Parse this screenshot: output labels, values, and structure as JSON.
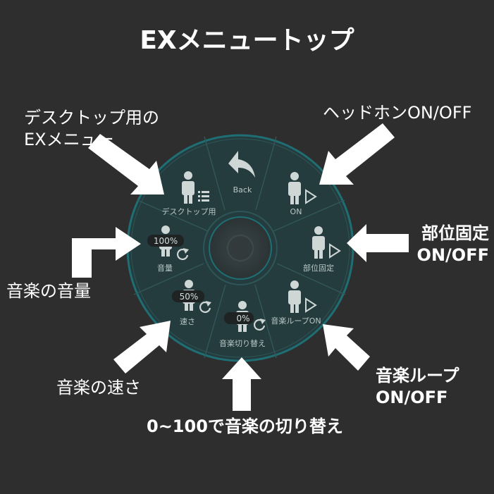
{
  "title": "EXメニュートップ",
  "colors": {
    "background": "#2e2e2e",
    "wheel_fill": "#243c3e",
    "wheel_edge": "#1e6e74",
    "icon": "#cfd6d6",
    "label": "#b9c6c6",
    "arrow": "#ffffff"
  },
  "wheel": {
    "back": {
      "label": "Back",
      "icon": "back-arrow-icon"
    },
    "desktop": {
      "label": "デスクトップ用",
      "icon": "person-list-icon"
    },
    "headphone": {
      "label": "ON",
      "icon": "person-play-icon"
    },
    "part_lock": {
      "label": "部位固定",
      "icon": "person-play-icon"
    },
    "music_loop": {
      "label": "音楽ループON",
      "icon": "person-play-icon"
    },
    "music_switch": {
      "label": "音楽切り替え",
      "value": "0%",
      "icon": "person-refresh-icon"
    },
    "speed": {
      "label": "速さ",
      "value": "50%",
      "icon": "person-refresh-icon"
    },
    "volume": {
      "label": "音量",
      "value": "100%",
      "icon": "person-refresh-icon"
    }
  },
  "callouts": {
    "desktop": [
      "デスクトップ用の",
      "EXメニュー"
    ],
    "headphone": [
      "ヘッドホンON/OFF"
    ],
    "part_lock": [
      "部位固定",
      "ON/OFF"
    ],
    "volume": [
      "音楽の音量"
    ],
    "loop": [
      "音楽ループ",
      "ON/OFF"
    ],
    "speed": [
      "音楽の速さ"
    ],
    "switch": [
      "0~100で音楽の切り替え"
    ]
  }
}
